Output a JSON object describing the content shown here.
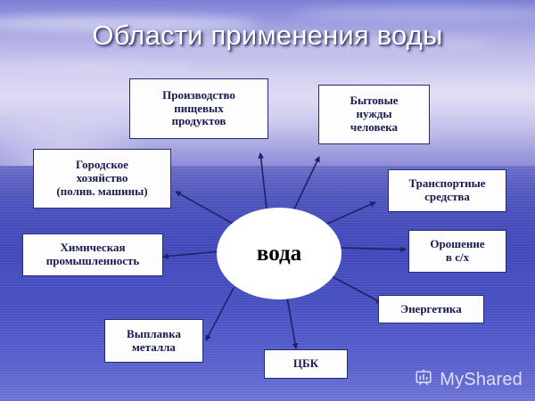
{
  "slide": {
    "title": "Области применения воды",
    "center_label": "вода"
  },
  "nodes": [
    {
      "id": "food",
      "label": "Производство\nпищевых\nпродуктов"
    },
    {
      "id": "household",
      "label": "Бытовые\nнужды\nчеловека"
    },
    {
      "id": "municipal",
      "label": "Городское\nхозяйство\n(полив. машины)"
    },
    {
      "id": "transport",
      "label": "Транспортные\nсредства"
    },
    {
      "id": "chemical",
      "label": "Химическая\nпромышленность"
    },
    {
      "id": "irrigation",
      "label": "Орошение\nв с/х"
    },
    {
      "id": "energy",
      "label": "Энергетика"
    },
    {
      "id": "smelting",
      "label": "Выплавка\nметалла"
    },
    {
      "id": "pulp",
      "label": "ЦБК"
    }
  ],
  "watermark": {
    "text": "MyShared",
    "icon": "presentation-chart-icon"
  },
  "colors": {
    "box_fill": "#fdfdfd",
    "box_border": "#232a70",
    "box_text": "#151a52",
    "arrow": "#1b2268",
    "title_text": "#ffffff",
    "sea": "#4a50c0",
    "sky": "#d6d3f2"
  }
}
